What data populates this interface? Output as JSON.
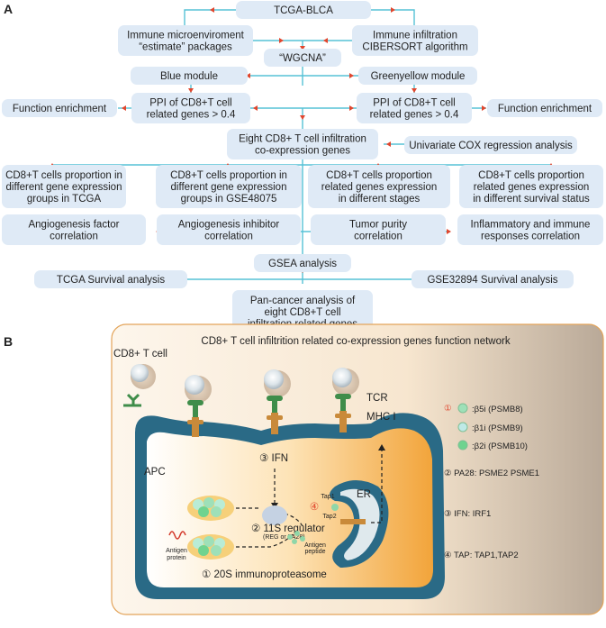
{
  "panel_a": {
    "label": "A",
    "nodes": [
      {
        "id": "tcga_blca",
        "lines": [
          "TCGA-BLCA"
        ]
      },
      {
        "id": "estimate",
        "lines": [
          "Immune microenviroment",
          "“estimate” packages"
        ]
      },
      {
        "id": "cibersort",
        "lines": [
          "Immune infiltration",
          "CIBERSORT algorithm"
        ]
      },
      {
        "id": "wgcna",
        "lines": [
          "“WGCNA”"
        ]
      },
      {
        "id": "blue_module",
        "lines": [
          "Blue module"
        ]
      },
      {
        "id": "greenyellow_module",
        "lines": [
          "Greenyellow module"
        ]
      },
      {
        "id": "func_left",
        "lines": [
          "Function enrichment"
        ]
      },
      {
        "id": "ppi_left",
        "lines": [
          "PPI of CD8+T cell",
          "related genes > 0.4"
        ]
      },
      {
        "id": "ppi_right",
        "lines": [
          "PPI of CD8+T cell",
          "related genes > 0.4"
        ]
      },
      {
        "id": "func_right",
        "lines": [
          "Function enrichment"
        ]
      },
      {
        "id": "eight_genes",
        "lines": [
          "Eight CD8+ T cell infiltration",
          "co-expression genes"
        ]
      },
      {
        "id": "univariate_cox",
        "lines": [
          "Univariate COX regression analysis"
        ]
      },
      {
        "id": "prop_tcga",
        "lines": [
          "CD8+T cells proportion in",
          "different gene expression",
          "groups in TCGA"
        ]
      },
      {
        "id": "prop_gse",
        "lines": [
          "CD8+T cells proportion in",
          "different gene expression",
          "groups in GSE48075"
        ]
      },
      {
        "id": "stages",
        "lines": [
          "CD8+T cells proportion",
          "related genes expression",
          "in different stages"
        ]
      },
      {
        "id": "survival_status",
        "lines": [
          "CD8+T cells proportion",
          "related genes expression",
          "in different survival status"
        ]
      },
      {
        "id": "angio_factor",
        "lines": [
          "Angiogenesis factor",
          "correlation"
        ]
      },
      {
        "id": "angio_inhibitor",
        "lines": [
          "Angiogenesis inhibitor",
          "correlation"
        ]
      },
      {
        "id": "tumor_purity",
        "lines": [
          "Tumor purity",
          "correlation"
        ]
      },
      {
        "id": "inflammatory",
        "lines": [
          "Inflammatory and immune",
          "responses correlation"
        ]
      },
      {
        "id": "gsea",
        "lines": [
          "GSEA analysis"
        ]
      },
      {
        "id": "tcga_survival",
        "lines": [
          "TCGA Survival analysis"
        ]
      },
      {
        "id": "gse_survival",
        "lines": [
          "GSE32894 Survival analysis"
        ]
      },
      {
        "id": "pan_cancer",
        "lines": [
          "Pan-cancer analysis of",
          "eight CD8+T cell",
          "infiltration related genes"
        ]
      }
    ]
  },
  "panel_b": {
    "label": "B",
    "title": "CD8+ T cell infiltrition related co-expression genes function network",
    "cd8_label": "CD8+ T cell",
    "tcr_label": "TCR",
    "mhc_label": "MHC I",
    "apc_label": "APC",
    "ifn_label": "③ IFN",
    "regulator_label": "② 11S regulator",
    "regulator_sub": "(REG or PA28)",
    "proteasome_label": "① 20S immunoproteasome",
    "antigen_protein_label": [
      "Antigen",
      "protein"
    ],
    "antigen_peptide_label": [
      "Antigen",
      "peptide"
    ],
    "er_label": "ER",
    "tap1_label": "Tap1",
    "tap2_label": "Tap2",
    "tap_num": "④",
    "legend_num": "①",
    "legend": [
      {
        "label": ":β5i (PSMB8)",
        "color": "#9ee0b8"
      },
      {
        "label": ":β1i (PSMB9)",
        "color": "#bfe9e6"
      },
      {
        "label": ":β2i (PSMB10)",
        "color": "#6fd38f"
      }
    ],
    "notes": [
      "② PA28: PSME2 PSME1",
      "③ IFN: IRF1",
      "④ TAP: TAP1,TAP2"
    ],
    "colors": {
      "cell_fill": "#2a6a86",
      "cytoplasm": "#f4c27c",
      "panel_bg": "#fbf0e2",
      "panel_border": "#e3a45a",
      "tcr_green": "#3f8d4a",
      "mhc_orange": "#c98a3a"
    }
  }
}
